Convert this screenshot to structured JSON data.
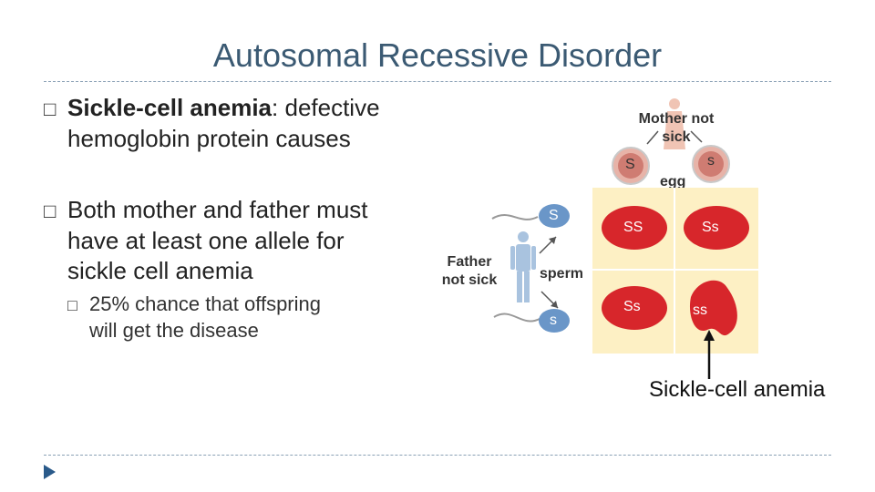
{
  "slide": {
    "title": "Autosomal Recessive Disorder",
    "bullets": [
      {
        "marker": "□",
        "bold": "Sickle-cell anemia",
        "rest_line1": ": defective",
        "line2": "hemoglobin protein causes"
      },
      {
        "marker": "□",
        "line1": "Both mother and father must",
        "line2": "have at least one allele for",
        "line3": "sickle cell anemia"
      }
    ],
    "sub_bullet": {
      "marker": "□",
      "line1": "25% chance that offspring",
      "line2": "will get the disease"
    },
    "caption": "Sickle-cell anemia"
  },
  "diagram": {
    "mother_label_1": "Mother not",
    "mother_label_2": "sick",
    "egg_label": "egg",
    "father_label_1": "Father",
    "father_label_2": "not sick",
    "sperm_label": "sperm",
    "egg_alleles": [
      "S",
      "s"
    ],
    "sperm_alleles": [
      "S",
      "s"
    ],
    "cells": [
      "SS",
      "Ss",
      "Ss",
      "ss"
    ]
  }
}
